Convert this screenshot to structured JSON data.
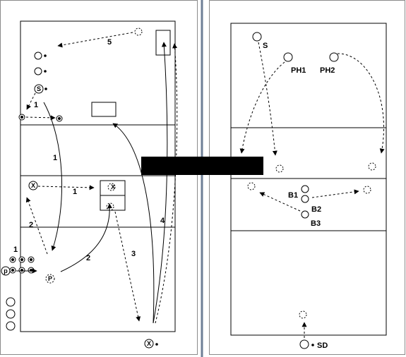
{
  "left_drill": {
    "step_labels": {
      "five": "5",
      "one_a": "1",
      "one_b": "1",
      "one_c": "1",
      "two_a": "2",
      "two_b": "2",
      "three": "3",
      "four": "4",
      "one_side": "1"
    },
    "player_letters": {
      "setter": "S",
      "x_left": "X",
      "x_box": "X",
      "x_bottom": "X",
      "p_pass": "P",
      "p_edge": "p"
    }
  },
  "right_drill": {
    "labels": {
      "s": "S",
      "ph1": "PH1",
      "ph2": "PH2",
      "b1": "B1",
      "b2": "B2",
      "b3": "B3",
      "sd": "SD"
    }
  },
  "colors": {
    "line": "#000000",
    "panel_border": "#8a8a8a",
    "divider": "#6e7f96",
    "redaction": "#000000"
  }
}
